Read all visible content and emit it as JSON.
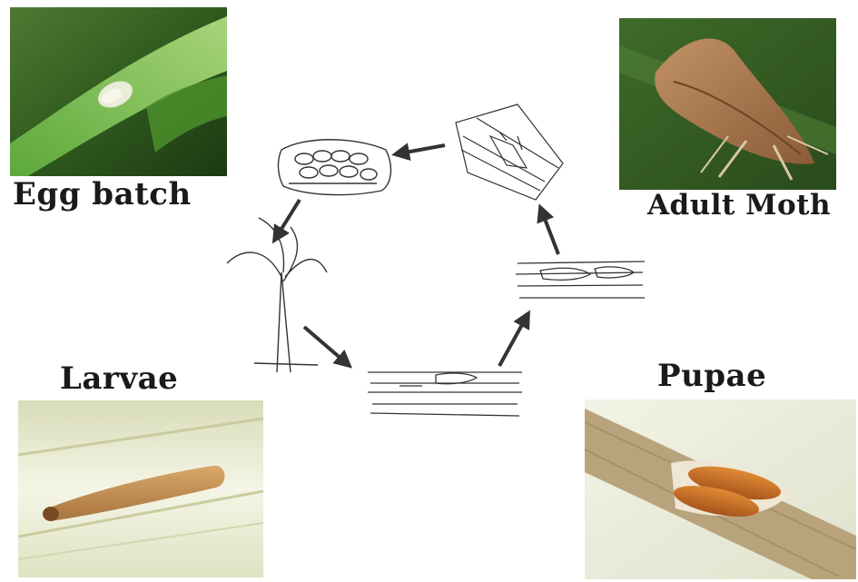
{
  "stages": {
    "egg": {
      "label": "Egg batch"
    },
    "adult": {
      "label": "Adult Moth"
    },
    "larva": {
      "label": "Larvae"
    },
    "pupa": {
      "label": "Pupae"
    }
  },
  "colors": {
    "leaf_green": "#3f8a2a",
    "egg_cream": "#e9ecd6",
    "moth_brown": "#a87a4d",
    "larva_tan": "#c8975a",
    "pupa_orange": "#c06a1e",
    "stem_cream": "#eef0dc",
    "arrow": "#333333"
  }
}
